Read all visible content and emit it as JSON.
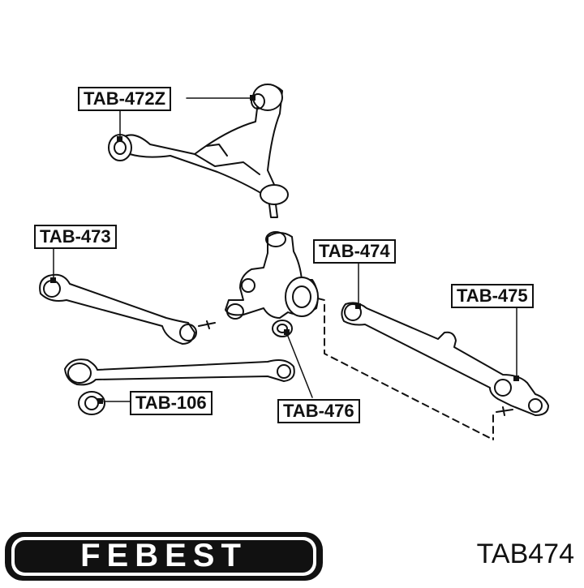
{
  "labels": {
    "tab_472z": "TAB-472Z",
    "tab_473": "TAB-473",
    "tab_474": "TAB-474",
    "tab_475": "TAB-475",
    "tab_106": "TAB-106",
    "tab_476": "TAB-476"
  },
  "brand": {
    "name": "FEBEST"
  },
  "part_number": "TAB474",
  "colors": {
    "ink": "#111111",
    "background": "#ffffff"
  }
}
